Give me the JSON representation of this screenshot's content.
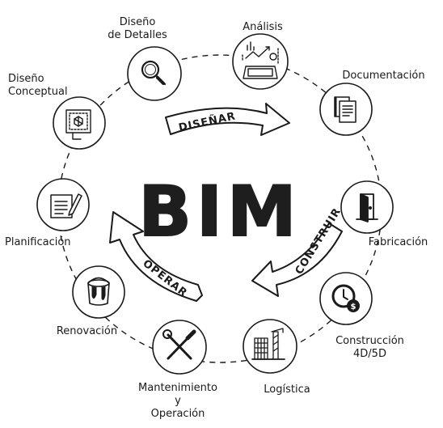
{
  "center_title": "BIM",
  "arrows": {
    "design": "DISEÑAR",
    "build": "CONSTRUIR",
    "operate": "OPERAR"
  },
  "stages": {
    "detail_design": {
      "line1": "Diseño",
      "line2": "de Detalles",
      "icon": "magnifier-icon"
    },
    "analysis": {
      "line1": "Análisis",
      "icon": "analytics-laptop-icon"
    },
    "documentation": {
      "line1": "Documentación",
      "icon": "documents-icon"
    },
    "fabrication": {
      "line1": "Fabricación",
      "icon": "door-icon"
    },
    "construction": {
      "line1": "Construcción",
      "line2": "4D/5D",
      "icon": "clock-cost-icon"
    },
    "logistics": {
      "line1": "Logística",
      "icon": "building-crane-icon"
    },
    "maintenance": {
      "line1": "Mantenimiento",
      "line2": "y",
      "line3": "Operación",
      "icon": "wrench-screwdriver-icon"
    },
    "renovation": {
      "line1": "Renovación",
      "icon": "paint-bucket-icon"
    },
    "planning": {
      "line1": "Planificación",
      "icon": "clipboard-pencil-icon"
    },
    "conceptual_design": {
      "line1": "Diseño",
      "line2": "Conceptual",
      "icon": "blueprint-icon"
    }
  }
}
